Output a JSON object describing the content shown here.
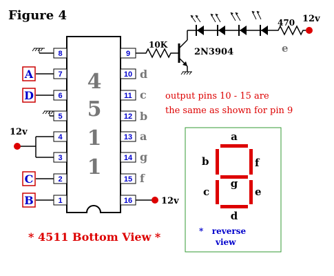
{
  "figure_title": "Figure 4",
  "ic": {
    "digits": [
      "4",
      "5",
      "1",
      "1"
    ],
    "caption": "* 4511 Bottom View *"
  },
  "left_pins": [
    {
      "number": "8",
      "input_label": ""
    },
    {
      "number": "7",
      "input_label": "A"
    },
    {
      "number": "6",
      "input_label": "D"
    },
    {
      "number": "5",
      "input_label": ""
    },
    {
      "number": "4",
      "input_label": ""
    },
    {
      "number": "3",
      "input_label": ""
    },
    {
      "number": "2",
      "input_label": "C"
    },
    {
      "number": "1",
      "input_label": "B"
    }
  ],
  "right_pins": [
    {
      "number": "9",
      "segment": ""
    },
    {
      "number": "10",
      "segment": "d"
    },
    {
      "number": "11",
      "segment": "c"
    },
    {
      "number": "12",
      "segment": "b"
    },
    {
      "number": "13",
      "segment": "a"
    },
    {
      "number": "14",
      "segment": "g"
    },
    {
      "number": "15",
      "segment": "f"
    },
    {
      "number": "16",
      "segment": ""
    }
  ],
  "supply_labels": {
    "pin_4": "12v",
    "pin_16": "12v",
    "led_string": "12v"
  },
  "components": {
    "base_resistor": "10K",
    "transistor": "2N3904",
    "led_resistor": "470",
    "segment_label": "e"
  },
  "note_lines": [
    "output pins 10 - 15 are",
    "the same as shown for pin 9"
  ],
  "display": {
    "segment_labels": {
      "a": "a",
      "b": "b",
      "c": "c",
      "d": "d",
      "e": "e",
      "f": "f",
      "g": "g"
    },
    "note_line_1": "*   reverse",
    "note_line_2": "view"
  },
  "colors": {
    "pin_number": "#0000cc",
    "segment_letter": "#777777",
    "input_label": "#0000cc",
    "input_box": "#cc0000",
    "supply_dot": "#dd0000",
    "note": "#dd0000",
    "display_segment": "#dd0000",
    "display_border": "#339933"
  }
}
